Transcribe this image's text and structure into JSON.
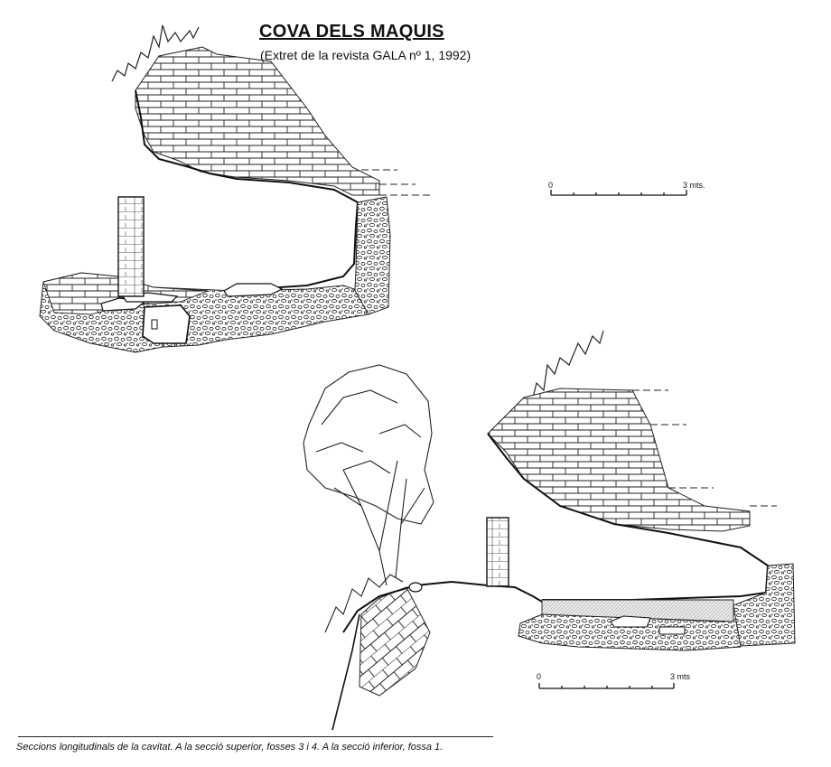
{
  "header": {
    "title": "COVA DELS MAQUIS",
    "subtitle": "(Extret de la revista GALA nº 1, 1992)"
  },
  "scale_top": {
    "start_label": "0",
    "end_label": "3 mts."
  },
  "scale_bottom": {
    "start_label": "0",
    "end_label": "3 mts"
  },
  "caption": "Seccions longitudinals de la cavitat. A la secció superior, fosses 3 i 4. A la secció inferior, fossa 1."
}
